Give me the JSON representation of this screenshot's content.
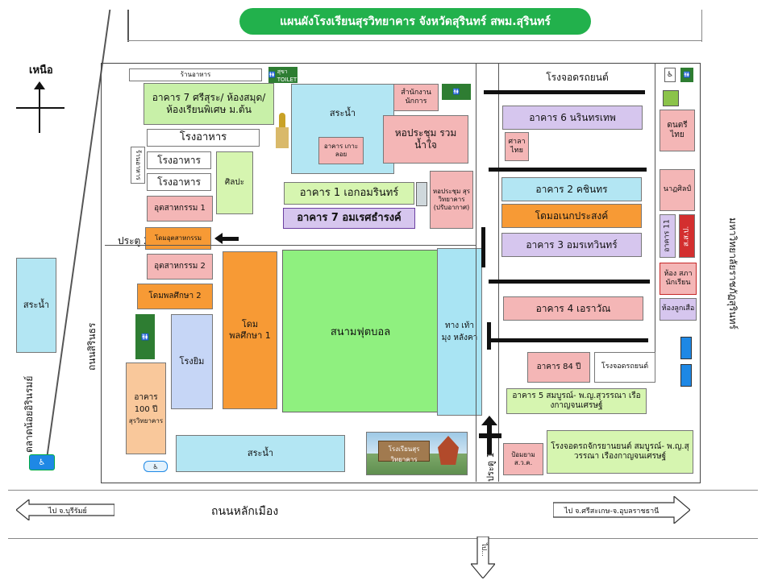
{
  "title": "แผนผังโรงเรียนสุรวิทยาคาร จังหวัดสุรินทร์ สพม.สุรินทร์",
  "compass": {
    "label": "เหนือ"
  },
  "roads": {
    "bottom": "ถนนหลักเมือง",
    "left": "ถนนสิรินธร",
    "market": "ตลาดน้อยอิรินรมย์",
    "right_uni": "มหาวิทยาลัยราชภัฏสุรินทร์"
  },
  "directions": {
    "left": "ไป จ.บุรีรัมย์",
    "right": "ไป จ.ศรีสะเกษ-จ.อุบลราชธานี",
    "down": "ไป..."
  },
  "gates": {
    "gate1": "ประตู 1",
    "gate2": "ประตู 2"
  },
  "buildings": {
    "restaurant_small": "ร้านอาหาร",
    "b7_sri": "อาคาร 7 ศรีสุระ/ ห้องสมุด/ห้องเรียนพิเศษ ม.ต้น",
    "canteen_main": "โรงอาหาร",
    "canteen_side": "ร้านอาหาร",
    "canteen2": "โรงอาหาร",
    "canteen3": "โรงอาหาร",
    "art": "ศิลปะ",
    "industry1": "อุตสาหกรรม 1",
    "industry_dome": "โดมอุตสาหกรรม",
    "industry2": "อุตสาหกรรม 2",
    "pe_dome2": "โดมพลศึกษา 2",
    "gym": "โรงยิม",
    "b100": "อาคาร 100 ปี",
    "b100_sub": "สุรวิทยาคาร",
    "pool_top": "สระน้ำ",
    "island_bld": "อาคาร เกาะลอย",
    "office": "สำนักงาน นักการ",
    "hall_ruam": "หอประชุม รวมน้ำใจ",
    "hall_small": "หอประชุม สุรวิทยาคาร (ปรับอากาศ)",
    "b1": "อาคาร 1 เอกอมรินทร์",
    "b7_amorn": "อาคาร 7 อมเรศธำรงค์",
    "pe_dome1": "โดม พลศึกษา 1",
    "football": "สนามฟุตบอล",
    "walkway": "ทาง เท้า มุง หลังคา",
    "pool_bottom": "สระน้ำ",
    "pool_left": "สระน้ำ",
    "parking_top": "โรงจอดรถยนต์",
    "b6": "อาคาร 6 นรินทรเทพ",
    "sala": "ศาลา ไทย",
    "thai_music": "ดนตรี ไทย",
    "b2": "อาคาร 2 คชินทร",
    "dome_multi": "โดมอเนกประสงค์",
    "b3": "อาคาร 3 อมรเทวินทร์",
    "dramatic": "นาฏศิลป์",
    "b11": "อาคาร 11",
    "ss": "ส.ส.ป.",
    "student_council": "ห้อง สภานักเรียน",
    "scout": "ห้องลูกเสือ",
    "b4": "อาคาร 4 เอราวัณ",
    "b84": "อาคาร 84 ปี",
    "parking_mid": "โรงจอดรถยนต์",
    "b5": "อาคาร 5 สมบูรณ์- พ.ญ.สุวรรณา เรืองกาญจนเศรษฐ์",
    "moto_parking": "โรงจอดรถจักรยานยนต์ สมบูรณ์- พ.ญ.สุวรรณา เรืองกาญจนเศรษฐ์",
    "guard": "ป้อมยาม ส.ว.ค.",
    "toilet": "สุขา TOILET",
    "school_sign": "โรงเรียนสุรวิทยาคาร"
  },
  "colors": {
    "title_bg": "#22b14c",
    "pink": "#f4b6b6",
    "green": "#d6f5b0",
    "orange": "#f79a35",
    "field": "#8ff07f",
    "water": "#b3e6f3"
  },
  "icons": [
    "compass-icon",
    "toilet-icon",
    "monument-icon",
    "arrow-icon",
    "accessibility-icon",
    "parking-icon"
  ]
}
